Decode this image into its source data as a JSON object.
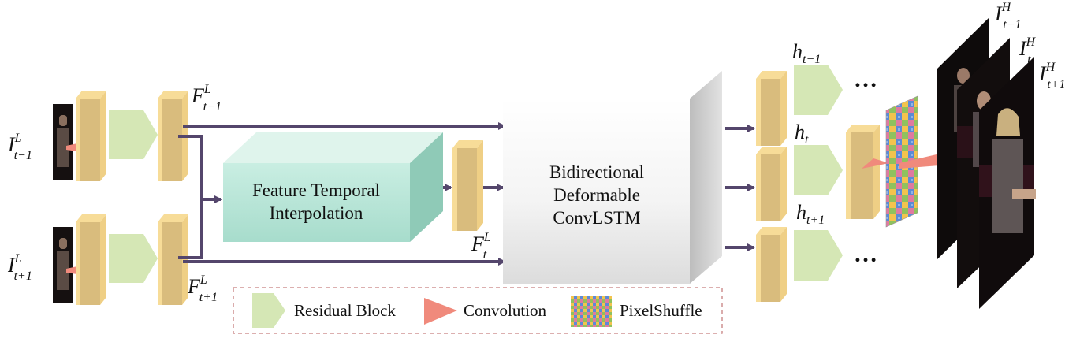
{
  "inputs": {
    "top": {
      "base": "I",
      "sub": "t−1",
      "sup": "L"
    },
    "bottom": {
      "base": "I",
      "sub": "t+1",
      "sup": "L"
    }
  },
  "features": {
    "top": {
      "base": "F",
      "sub": "t−1",
      "sup": "L"
    },
    "bottom": {
      "base": "F",
      "sub": "t+1",
      "sup": "L"
    },
    "mid": {
      "base": "F",
      "sub": "t",
      "sup": "L"
    }
  },
  "interp_box": {
    "line1": "Feature Temporal",
    "line2": "Interpolation"
  },
  "convlstm": {
    "line1": "Bidirectional",
    "line2": "Deformable",
    "line3": "ConvLSTM"
  },
  "hidden": {
    "top": {
      "base": "h",
      "sub": "t−1"
    },
    "mid": {
      "base": "h",
      "sub": "t"
    },
    "bottom": {
      "base": "h",
      "sub": "t+1"
    }
  },
  "outputs": {
    "o1": {
      "base": "I",
      "sub": "t−1",
      "sup": "H"
    },
    "o2": {
      "base": "I",
      "sub": "t",
      "sup": "H"
    },
    "o3": {
      "base": "I",
      "sub": "t+1",
      "sup": "H"
    }
  },
  "ellipsis": "…",
  "legend": {
    "residual": "Residual Block",
    "conv": "Convolution",
    "pixelshuffle": "PixelShuffle"
  },
  "colors": {
    "residual": "#d5e7b5",
    "conv": "#f08a7c",
    "feature_front": "#d9bc7d",
    "feature_side": "#f7dc98",
    "arrow": "#54466c",
    "interp": "#b5e3d4"
  }
}
